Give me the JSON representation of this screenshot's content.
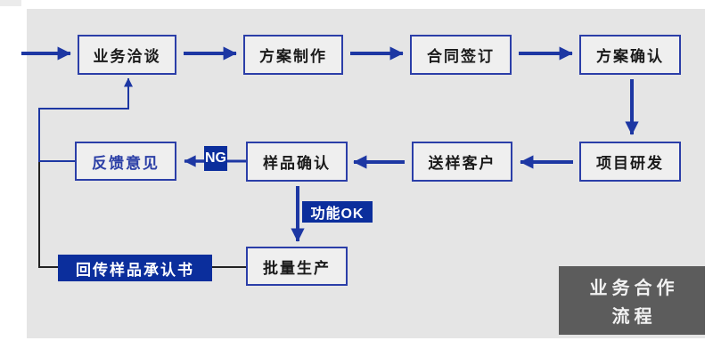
{
  "diagram": {
    "boxes": {
      "negotiation": "业务洽谈",
      "plan_making": "方案制作",
      "contract_signing": "合同签订",
      "plan_confirmation": "方案确认",
      "project_rd": "项目研发",
      "sample_to_customer": "送样客户",
      "sample_confirmation": "样品确认",
      "feedback": "反馈意见",
      "mass_production": "批量生产",
      "sample_approval_return": "回传样品承认书"
    },
    "badges": {
      "ng": "NG",
      "function_ok": "功能OK"
    },
    "title": {
      "line1": "业务合作",
      "line2": "流程"
    },
    "colors": {
      "panel_bg": "#e5e5e5",
      "box_bg": "#efefef",
      "box_border_blue": "#2b3ea8",
      "arrow_blue": "#1d37a3",
      "fill_blue": "#0b2e9c",
      "title_gray": "#5c5c5c",
      "connector_black": "#222222",
      "feedback_text_blue": "#2b3fa6",
      "text_dark": "#1a1a1a"
    }
  }
}
